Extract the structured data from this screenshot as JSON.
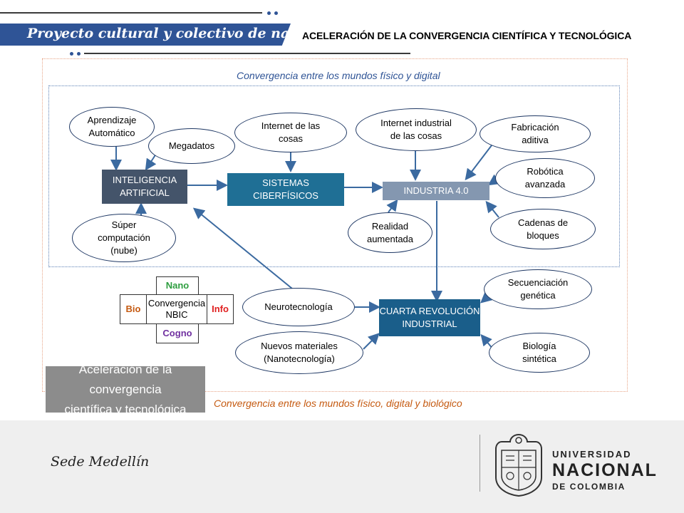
{
  "header": {
    "banner": "Proyecto cultural y colectivo de nación",
    "title": "ACELERACIÓN DE LA CONVERGENCIA CIENTÍFICA Y TECNOLÓGICA"
  },
  "diagram": {
    "caption_top": "Convergencia entre los mundos físico y digital",
    "caption_bottom": "Convergencia entre los mundos físico, digital y biológico",
    "nodes": {
      "aprendizaje": "Aprendizaje\nAutomático",
      "megadatos": "Megadatos",
      "ia": "INTELIGENCIA\nARTIFICIAL",
      "super": "Súper\ncomputación\n(nube)",
      "internet_cosas": "Internet de las\ncosas",
      "sistemas": "SISTEMAS\nCIBERFÍSICOS",
      "internet_industrial": "Internet industrial\nde las cosas",
      "industria": "INDUSTRIA 4.0",
      "realidad": "Realidad\naumentada",
      "fabricacion": "Fabricación\naditiva",
      "robotica": "Robótica\navanzada",
      "cadenas": "Cadenas de\nbloques",
      "neuro": "Neurotecnología",
      "nuevos": "Nuevos materiales\n(Nanotecnología)",
      "cuarta": "CUARTA REVOLUCIÓN\nINDUSTRIAL",
      "secuenciacion": "Secuenciación\ngenética",
      "biologia": "Biología\nsintética"
    },
    "nbic": {
      "top": "Nano",
      "left": "Bio",
      "center": "Convergencia\nNBIC",
      "right": "Info",
      "bottom": "Cogno"
    },
    "label": "Aceleración de la convergencia\ncientífica y tecnológica"
  },
  "footer": {
    "sede": "Sede Medellín",
    "university_line1": "UNIVERSIDAD",
    "university_line2": "NACIONAL",
    "university_line3": "DE COLOMBIA"
  },
  "colors": {
    "brand_blue": "#2f5496",
    "teal": "#1f6f95",
    "dark_slate": "#44546a",
    "industria_grey": "#8497b0",
    "orange": "#c55a11"
  }
}
